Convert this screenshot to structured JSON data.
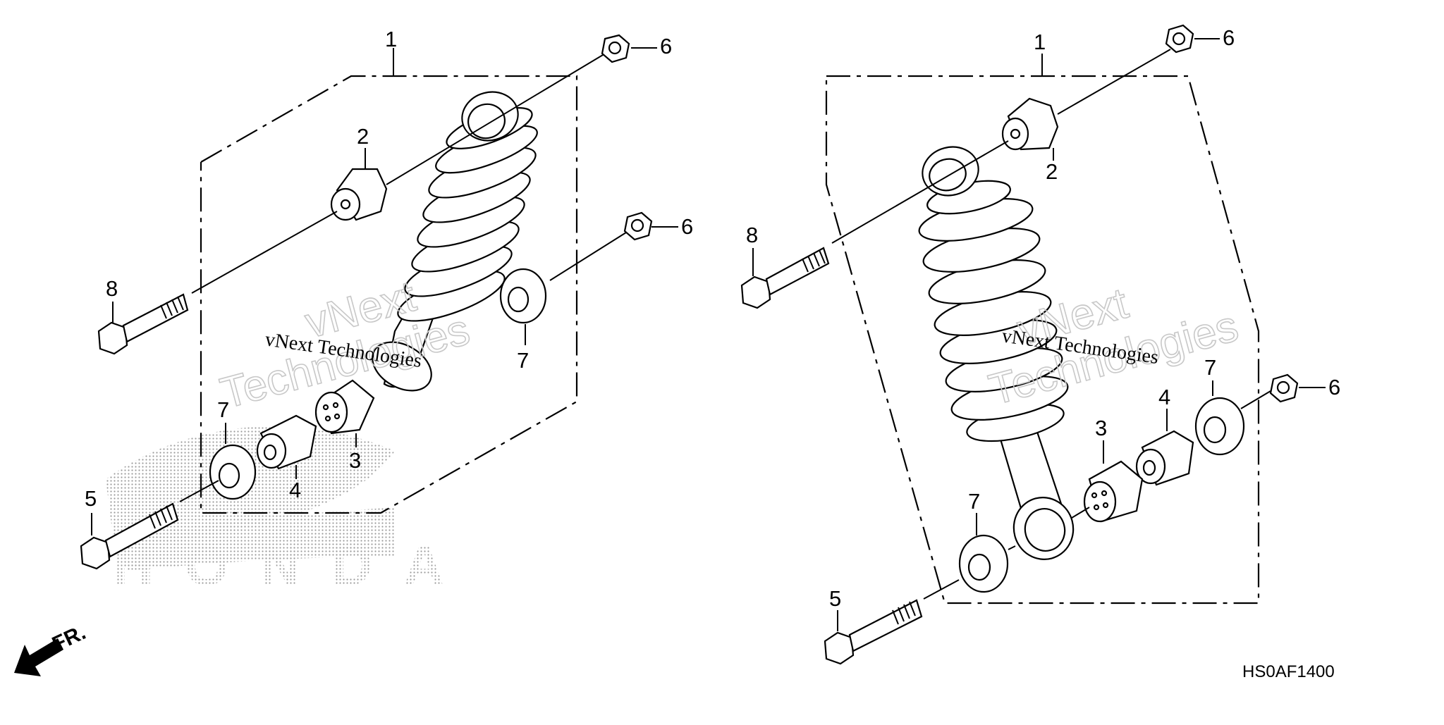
{
  "callouts": {
    "left": {
      "p1": "1",
      "p2": "2",
      "p3": "3",
      "p4": "4",
      "p5": "5",
      "p6a": "6",
      "p6b": "6",
      "p7a": "7",
      "p7b": "7",
      "p8": "8"
    },
    "right": {
      "p1": "1",
      "p2": "2",
      "p3": "3",
      "p4": "4",
      "p5": "5",
      "p6a": "6",
      "p6b": "6",
      "p7a": "7",
      "p7b": "7",
      "p8": "8"
    }
  },
  "direction_label": "FR.",
  "diagram_code": "HS0AF1400",
  "watermarks": {
    "brand": "HONDA",
    "vendor_line": "vNext Technologies",
    "vendor_big_1": "vNext",
    "vendor_big_2": "Technologies"
  },
  "colors": {
    "ink": "#000000",
    "screen": "#9a9a9a"
  }
}
